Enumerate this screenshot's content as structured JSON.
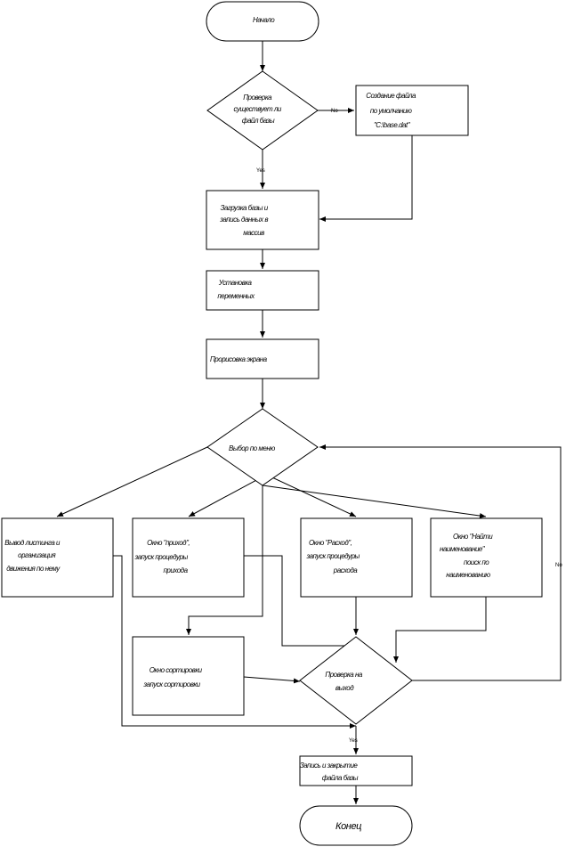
{
  "nodes": {
    "start": "Начало",
    "check_file": [
      "Проверка",
      "существует ли",
      "файл базы"
    ],
    "create_file": [
      "Создание файла",
      "по умолчанию",
      "\"C:\\base.dat\""
    ],
    "load_db": [
      "Загрузка базы и",
      "запись данных в",
      "массив"
    ],
    "set_vars": [
      "Установка",
      "переменных"
    ],
    "draw_screen": "Прорисовка экрана",
    "menu": "Выбор по меню",
    "list_view": [
      "Вывод листинга и",
      "организация",
      "движения по нему"
    ],
    "income": [
      "Окно \"приход\",",
      "запуск процедуры",
      "прихода"
    ],
    "expense": [
      "Окно \"Расход\",",
      "запуск процедуры",
      "расхода"
    ],
    "find_name": [
      "Окно \"Найти",
      "наименование\"",
      "поиск по",
      "наименованию"
    ],
    "sort": [
      "Окно сортировки",
      "запуск сортировки"
    ],
    "check_exit": [
      "Проверка на",
      "выход"
    ],
    "save_close": [
      "Запись и закрытие",
      "файла базы"
    ],
    "end": "Конец"
  },
  "edge_labels": {
    "check_file_no": "No",
    "check_file_yes": "Yes",
    "exit_no": "No",
    "exit_yes": "Yes"
  }
}
